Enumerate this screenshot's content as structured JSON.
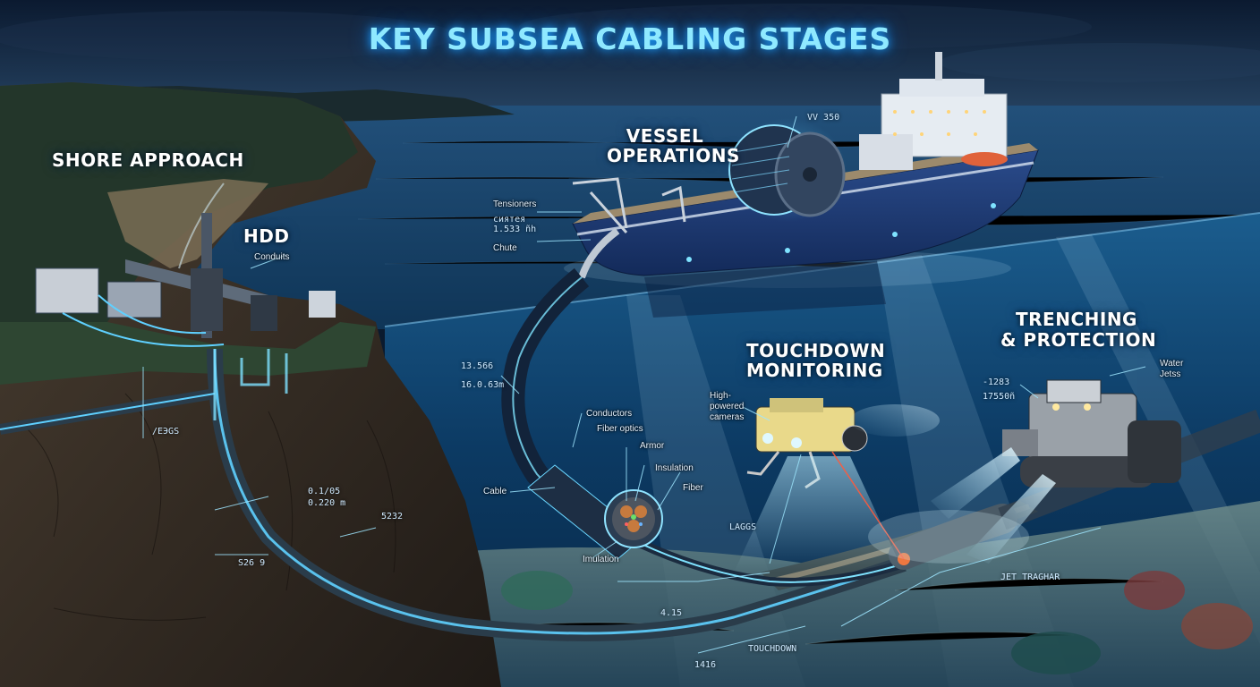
{
  "title": "KEY SUBSEA CABLING STAGES",
  "stages": {
    "shore_approach": "SHORE APPROACH",
    "hdd": "HDD",
    "vessel_line1": "VESSEL",
    "vessel_line2": "OPERATIONS",
    "touchdown_line1": "TOUCHDOWN",
    "touchdown_line2": "MONITORING",
    "trenching_line1": "TRENCHING",
    "trenching_line2": "& PROTECTION"
  },
  "callouts": {
    "conduits": "Conduits",
    "tensioners": "Tensioners",
    "chute": "Chute",
    "vessel_reading_a": "сиятея",
    "vessel_reading_b": "1.533 ñh",
    "vessel_code": "VV 350",
    "cable_reading_a": "13.566",
    "cable_reading_b": "16.0.63m",
    "conductors": "Conductors",
    "fiber_optics": "Fiber optics",
    "armor": "Armor",
    "insulation": "Insulation",
    "fiber": "Fiber",
    "cable": "Cable",
    "inner_insulation": "Imulation",
    "cameras_line1": "High-",
    "cameras_line2": "powered",
    "cameras_line3": "cameras",
    "trench_reading_a": "-1283",
    "trench_reading_b": "17550ñ",
    "water_jets_line1": "Water",
    "water_jets_line2": "Jetss",
    "shore_code": "/ЕЭGS",
    "hdd_reading_a": "0.1/05",
    "hdd_reading_b": "0.220 m",
    "hdd_code": "S26 9",
    "pipe_code": "5232",
    "seabed_code_a": "LAGGS",
    "seabed_code_b": "JET TRAGHAR",
    "touchdown_tag": "TOUCHDOWN",
    "touchdown_small_a": "1416",
    "touchdown_small_b": "4.15"
  },
  "colors": {
    "sky_top": "#0b1a30",
    "sea_surface": "#17436a",
    "deep_water": "#0a2f55",
    "glow_cyan": "#7fe3ff",
    "hull": "#1c3a78",
    "seabed": "#8fa39a",
    "rock": "#3a3128",
    "laser_red": "#ff5a3c"
  },
  "icons": [
    "ship",
    "cable-reel",
    "drill-rig",
    "rov",
    "trenching-machine",
    "cable-cross-section"
  ]
}
